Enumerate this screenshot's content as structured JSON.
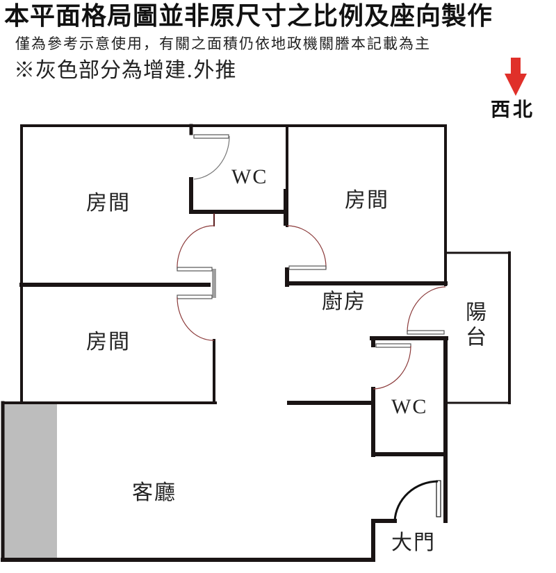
{
  "header": {
    "title": "本平面格局圖並非原尺寸之比例及座向製作",
    "subtitle": "僅為參考示意使用，有關之面積仍依地政機關謄本記載為主",
    "note": "※灰色部分為增建.外推"
  },
  "compass": {
    "icon": "arrow-down-icon",
    "label": "西北",
    "color": "#e0302a"
  },
  "rooms": [
    {
      "id": "bedroom-top-left",
      "label": "房間"
    },
    {
      "id": "wc-top",
      "label": "WC"
    },
    {
      "id": "bedroom-top-right",
      "label": "房間"
    },
    {
      "id": "bedroom-middle-left",
      "label": "房間"
    },
    {
      "id": "kitchen",
      "label": "廚房"
    },
    {
      "id": "balcony",
      "label": "陽台"
    },
    {
      "id": "wc-bottom",
      "label": "WC"
    },
    {
      "id": "living-room",
      "label": "客廳"
    },
    {
      "id": "main-entrance",
      "label": "大門"
    }
  ],
  "legend": {
    "extension_color": "#bdbdbd",
    "wall_color": "#1a1414",
    "door_arc_color": "#8b3a3a"
  }
}
